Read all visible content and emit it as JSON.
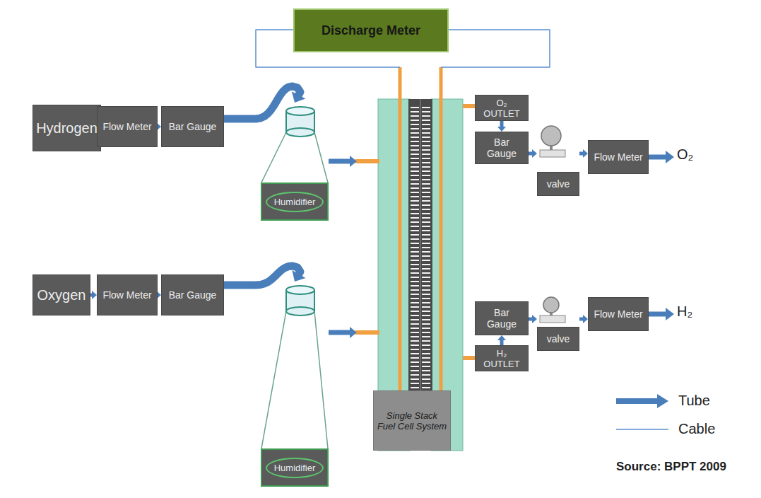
{
  "diagram": {
    "nodes": [
      {
        "text": [
          "Discharge Meter"
        ]
      },
      {
        "text": [
          "Hydrogen"
        ]
      },
      {
        "text": [
          "Flow Meter"
        ]
      },
      {
        "text": [
          "Bar Gauge"
        ]
      },
      {
        "text": [
          "Humidifier"
        ]
      },
      {
        "text": [
          "O₂ OUTLET"
        ]
      },
      {
        "text": [
          "Bar Gauge"
        ]
      },
      {
        "text": [
          "valve"
        ]
      },
      {
        "text": [
          "Flow Meter"
        ]
      },
      {
        "text": [
          "Oxygen"
        ]
      },
      {
        "text": [
          "Flow Meter"
        ]
      },
      {
        "text": [
          "Bar Gauge"
        ]
      },
      {
        "text": [
          "Humidifier"
        ]
      },
      {
        "text": [
          "Bar Gauge"
        ]
      },
      {
        "text": [
          "valve"
        ]
      },
      {
        "text": [
          "Flow Meter"
        ]
      },
      {
        "text": [
          "H₂ OUTLET"
        ]
      },
      {
        "text": [
          "Single Stack Fuel Cell System"
        ]
      }
    ],
    "edges": [
      {
        "from": 1,
        "to": 2,
        "arrow": "to"
      },
      {
        "from": 2,
        "to": 3,
        "arrow": "to"
      },
      {
        "from": 3,
        "to": 4,
        "arrow": "to"
      },
      {
        "from": 4,
        "to": 17,
        "arrow": "to"
      },
      {
        "from": 9,
        "to": 10,
        "arrow": "to"
      },
      {
        "from": 10,
        "to": 11,
        "arrow": "to"
      },
      {
        "from": 11,
        "to": 12,
        "arrow": "to"
      },
      {
        "from": 12,
        "to": 17,
        "arrow": "to"
      },
      {
        "from": 17,
        "to": 5,
        "arrow": "none"
      },
      {
        "from": 5,
        "to": 6,
        "arrow": "to"
      },
      {
        "from": 6,
        "to": 7,
        "arrow": "to"
      },
      {
        "from": 7,
        "to": 8,
        "arrow": "to"
      },
      {
        "from": 17,
        "to": 16,
        "arrow": "none"
      },
      {
        "from": 16,
        "to": 13,
        "arrow": "to"
      },
      {
        "from": 13,
        "to": 14,
        "arrow": "to"
      },
      {
        "from": 14,
        "to": 15,
        "arrow": "to"
      },
      {
        "from": 0,
        "to": 17,
        "arrow": "none"
      },
      {
        "from": 0,
        "to": 17,
        "arrow": "none"
      }
    ],
    "labels": [
      "O₂",
      "H₂",
      "Source: BPPT 2009"
    ],
    "legend": [
      {
        "text": "Tube"
      },
      {
        "text": "Cable"
      }
    ]
  }
}
